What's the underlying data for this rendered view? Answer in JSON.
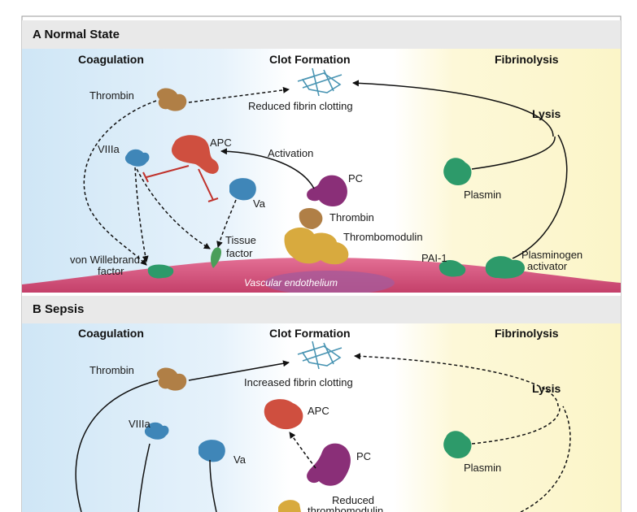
{
  "colors": {
    "coagulation_bg": "#cfe6f6",
    "fibrinolysis_bg": "#fbf5c8",
    "header_bg": "#e9e9e9",
    "thrombin": "#b07f46",
    "apc": "#cf4f3f",
    "factor_blue": "#3f86b8",
    "pc": "#8a2f78",
    "thrombomodulin": "#d8aa3e",
    "plasmin": "#2d9a6a",
    "fibrin": "#4a95b3",
    "inhibit": "#c0322c",
    "endothelium": "#d9507a"
  },
  "panelA": {
    "title": "A  Normal State",
    "col_coagulation": "Coagulation",
    "col_clot": "Clot Formation",
    "col_fibrinolysis": "Fibrinolysis",
    "thrombin": "Thrombin",
    "fibrin": "Reduced fibrin clotting",
    "lysis": "Lysis",
    "viiia": "VIIIa",
    "apc": "APC",
    "activation": "Activation",
    "plasmin": "Plasmin",
    "va": "Va",
    "pc": "PC",
    "thrombin2": "Thrombin",
    "thrombomodulin": "Thrombomodulin",
    "tissue1": "Tissue",
    "tissue2": "factor",
    "vwf1": "von Willebrand",
    "vwf2": "factor",
    "pai": "PAI-1",
    "plasminogen1": "Plasminogen",
    "plasminogen2": "activator",
    "endothelium": "Vascular endothelium"
  },
  "panelB": {
    "title": "B  Sepsis",
    "col_coagulation": "Coagulation",
    "col_clot": "Clot Formation",
    "col_fibrinolysis": "Fibrinolysis",
    "thrombin": "Thrombin",
    "fibrin": "Increased fibrin clotting",
    "lysis": "Lysis",
    "viiia": "VIIIa",
    "apc": "APC",
    "va": "Va",
    "pc": "PC",
    "plasmin": "Plasmin",
    "reduced": "Reduced",
    "thrombomodulin": "thrombomodulin"
  }
}
